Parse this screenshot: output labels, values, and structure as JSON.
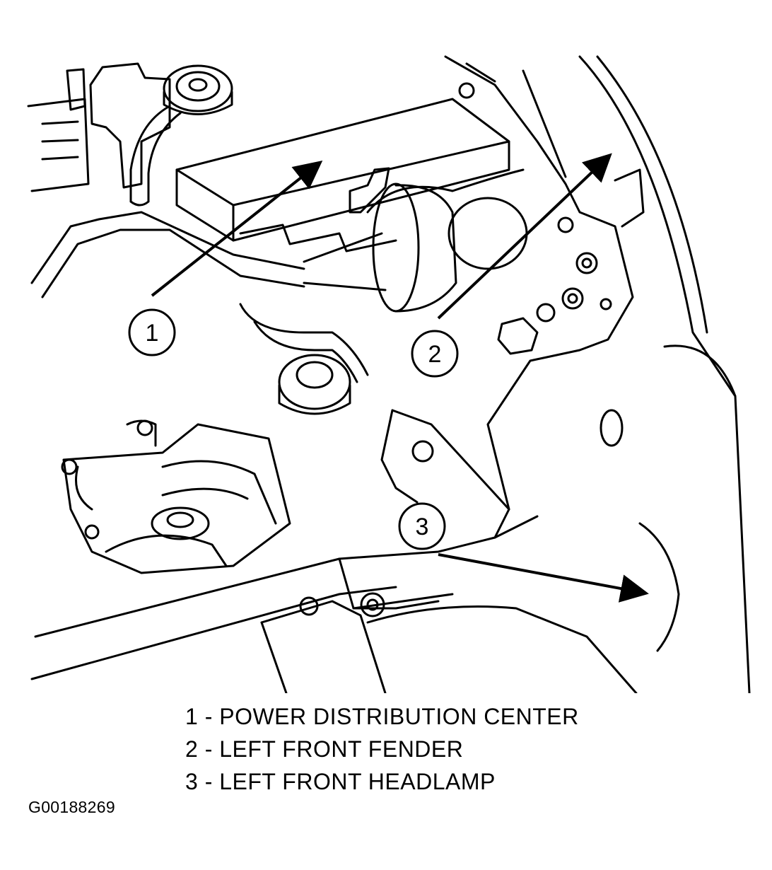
{
  "callouts": [
    {
      "number": "1",
      "label": "POWER DISTRIBUTION CENTER"
    },
    {
      "number": "2",
      "label": "LEFT FRONT FENDER"
    },
    {
      "number": "3",
      "label": "LEFT FRONT HEADLAMP"
    }
  ],
  "legend_separator": " - ",
  "figure_id": "G00188269",
  "colors": {
    "line": "#000000",
    "background": "#ffffff"
  }
}
